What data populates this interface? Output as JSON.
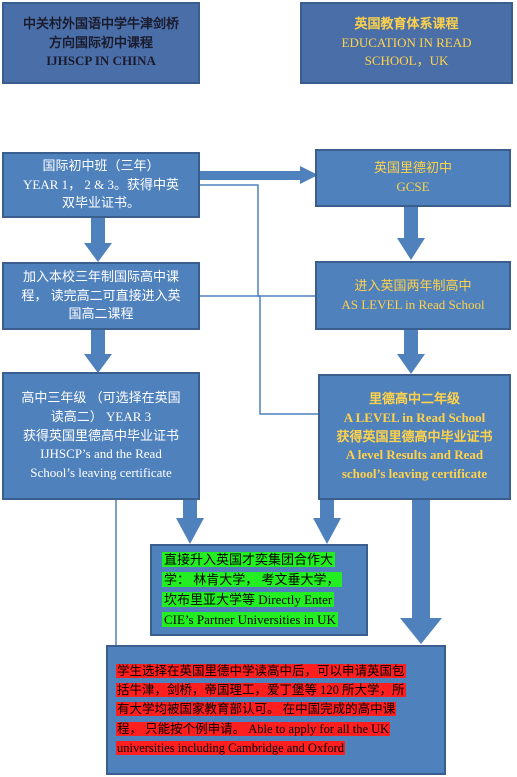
{
  "boxes": {
    "top_left": {
      "lines": [
        "中关村外国语中学牛津剑桥",
        "方向国际初中课程",
        "IJHSCP IN CHINA"
      ]
    },
    "top_right": {
      "title": "英国教育体系课程",
      "lines": [
        "EDUCATION IN READ",
        "SCHOOL，UK"
      ]
    },
    "l1": {
      "lines": [
        "国际初中班（三年）",
        "YEAR 1， 2 & 3。获得中英",
        "双毕业证书。"
      ]
    },
    "r1": {
      "lines": [
        "英国里德初中",
        "GCSE"
      ]
    },
    "l2": {
      "lines": [
        "加入本校三年制国际高中课",
        "程， 读完高二可直接进入英",
        "国高二课程"
      ]
    },
    "r2": {
      "lines": [
        "进入英国两年制高中",
        "AS LEVEL in Read School"
      ]
    },
    "l3": {
      "lines": [
        "高中三年级 （可选择在英国",
        "读高二） YEAR 3",
        "获得英国里德高中毕业证书",
        "IJHSCP’s and the Read",
        "School’s leaving certificate"
      ]
    },
    "r3": {
      "lines": [
        "里德高中二年级",
        "A LEVEL in Read School",
        "获得英国里德高中毕业证书",
        "A level Results and Read",
        "school’s leaving certificate"
      ]
    },
    "center_green": {
      "lines": [
        "直接升入英国才奕集团合作大",
        "学： 林肯大学， 考文垂大学，",
        "坎布里亚大学等 Directly Enter",
        "CIE’s Partner Universities in UK"
      ]
    },
    "bottom_red": {
      "lines": [
        "学生选择在英国里德中学读高中后，可以申请英国包",
        "括牛津，剑桥，帝国理工，爱丁堡等 120 所大学，所",
        "有大学均被国家教育部认可。 在中国完成的高中课",
        "程， 只能按个例申请。 Able to apply for all the UK",
        "universities including Cambridge and Oxford"
      ]
    }
  },
  "colors": {
    "box_fill": "#4f81bd",
    "box_border": "#3a5f8f",
    "title_text": "#1b1b2e",
    "gold_text": "#ffd24a",
    "green_highlight": "#22ee22",
    "red_highlight": "#ff1f1f",
    "arrow": "#4f81bd"
  }
}
